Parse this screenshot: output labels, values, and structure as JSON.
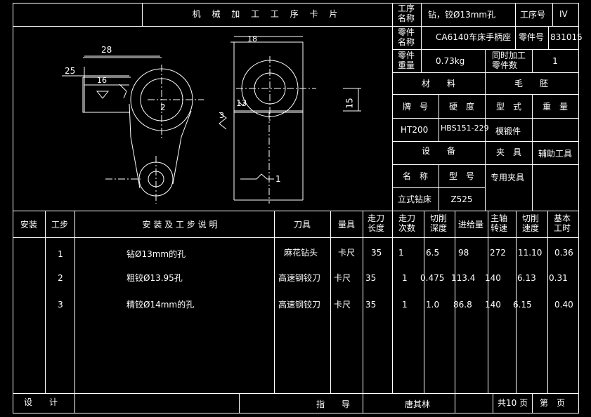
{
  "header": {
    "card_title": "机 械 加 工 工 序 卡 片",
    "op_name_label": "工序名称",
    "op_name": "钻，铰Ø13mm孔",
    "op_no_label": "工序号",
    "op_no": "IV",
    "part_name_label": "零件名称",
    "part_name": "CA6140车床手柄座",
    "part_no_label": "零件号",
    "part_no": "831015",
    "part_weight_label": "零件重量",
    "part_weight": "0.73kg",
    "simul_label": "同时加工零件数",
    "simul_count": "1"
  },
  "material": {
    "label": "材　　料",
    "blank_label": "毛　　胚",
    "grade_label": "牌　号",
    "hardness_label": "硬　度",
    "form_label": "型　式",
    "weight_label": "重　量",
    "grade": "HT200",
    "hardness": "HBS151-229",
    "form": "模锻件",
    "weight": ""
  },
  "equipment": {
    "label": "设　　备",
    "fixture_label": "夹　具",
    "aux_label": "辅助工具",
    "name_label": "名　称",
    "model_label": "型　号",
    "fixture": "专用夹具",
    "name": "立式钻床",
    "model": "Z525"
  },
  "drawing": {
    "dim_28": "28",
    "dim_25": "25",
    "dim_16": "16",
    "dim_18": "18",
    "dim_13": "13",
    "dim_15": "15",
    "label_2": "2",
    "label_1": "1",
    "label_3": "3"
  },
  "table": {
    "headers": {
      "setup": "安装",
      "step": "工步",
      "desc": "安 装 及 工 步 说 明",
      "tool": "刀具",
      "gauge": "量具",
      "stroke_len": "走刀长度",
      "stroke_count": "走刀次数",
      "depth": "切削深度",
      "feed": "进给量",
      "speed": "主轴转速",
      "cut_speed": "切削速度",
      "base_time": "基本工时"
    },
    "rows": [
      {
        "step": "1",
        "desc": "钻Ø13mm的孔",
        "tool": "麻花钻头",
        "gauge": "卡尺",
        "stroke_len": "35",
        "stroke_count": "1",
        "depth": "6.5",
        "feed": "98",
        "speed": "272",
        "cut_speed": "11.10",
        "base_time": "0.36"
      },
      {
        "step": "2",
        "desc": "粗铰Ø13.95孔",
        "tool": "高速钢铰刀",
        "gauge": "卡尺",
        "stroke_len": "35",
        "stroke_count": "1",
        "depth": "0.475",
        "feed": "113.4",
        "speed": "140",
        "cut_speed": "6.13",
        "base_time": "0.31"
      },
      {
        "step": "3",
        "desc": "精铰Ø14mm的孔",
        "tool": "高速钢铰刀",
        "gauge": "卡尺",
        "stroke_len": "35",
        "stroke_count": "1",
        "depth": "1.0",
        "feed": "86.8",
        "speed": "140",
        "cut_speed": "6.15",
        "base_time": "0.40"
      }
    ]
  },
  "footer": {
    "design_label": "设　　计",
    "guide_label": "指　　导",
    "guide_name": "唐其林",
    "total_pages": "共10 页",
    "page_label": "第　页"
  }
}
